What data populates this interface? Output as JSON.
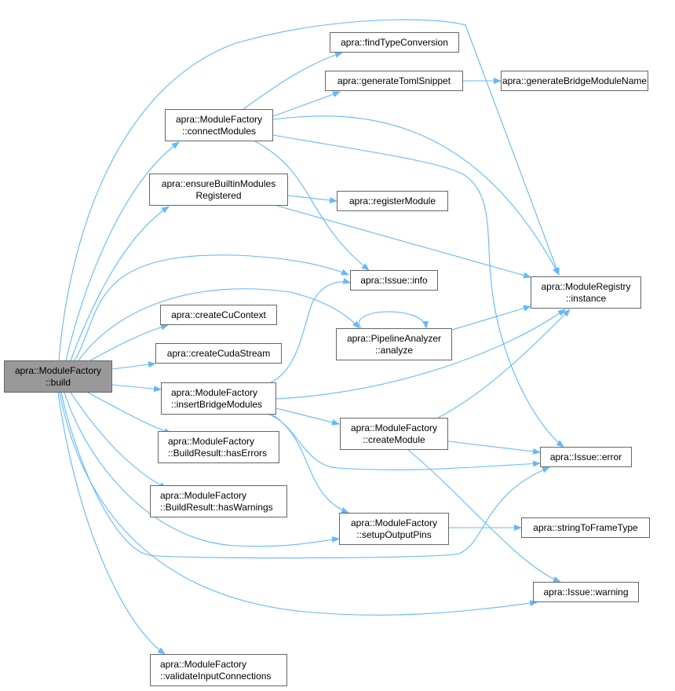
{
  "graph": {
    "edge_color": "#63b8ff",
    "root_fill": "#999999",
    "nodes": {
      "build": [
        "apra::ModuleFactory",
        "::build"
      ],
      "connectModules": [
        "apra::ModuleFactory",
        "::connectModules"
      ],
      "findTypeConversion": [
        "apra::findTypeConversion"
      ],
      "generateTomlSnippet": [
        "apra::generateTomlSnippet"
      ],
      "generateBridgeModuleName": [
        "apra::generateBridgeModuleName"
      ],
      "ensureBuiltinModulesRegistered": [
        "apra::ensureBuiltinModules",
        "Registered"
      ],
      "registerModule": [
        "apra::registerModule"
      ],
      "issueInfo": [
        "apra::Issue::info"
      ],
      "moduleRegistryInstance": [
        "apra::ModuleRegistry",
        "::instance"
      ],
      "createCuContext": [
        "apra::createCuContext"
      ],
      "createCudaStream": [
        "apra::createCudaStream"
      ],
      "pipelineAnalyze": [
        "apra::PipelineAnalyzer",
        "::analyze"
      ],
      "insertBridgeModules": [
        "apra::ModuleFactory",
        "::insertBridgeModules"
      ],
      "createModule": [
        "apra::ModuleFactory",
        "::createModule"
      ],
      "issueError": [
        "apra::Issue::error"
      ],
      "hasErrors": [
        "apra::ModuleFactory",
        "::BuildResult::hasErrors"
      ],
      "hasWarnings": [
        "apra::ModuleFactory",
        "::BuildResult::hasWarnings"
      ],
      "setupOutputPins": [
        "apra::ModuleFactory",
        "::setupOutputPins"
      ],
      "stringToFrameType": [
        "apra::stringToFrameType"
      ],
      "issueWarning": [
        "apra::Issue::warning"
      ],
      "validateInputConnections": [
        "apra::ModuleFactory",
        "::validateInputConnections"
      ]
    }
  }
}
